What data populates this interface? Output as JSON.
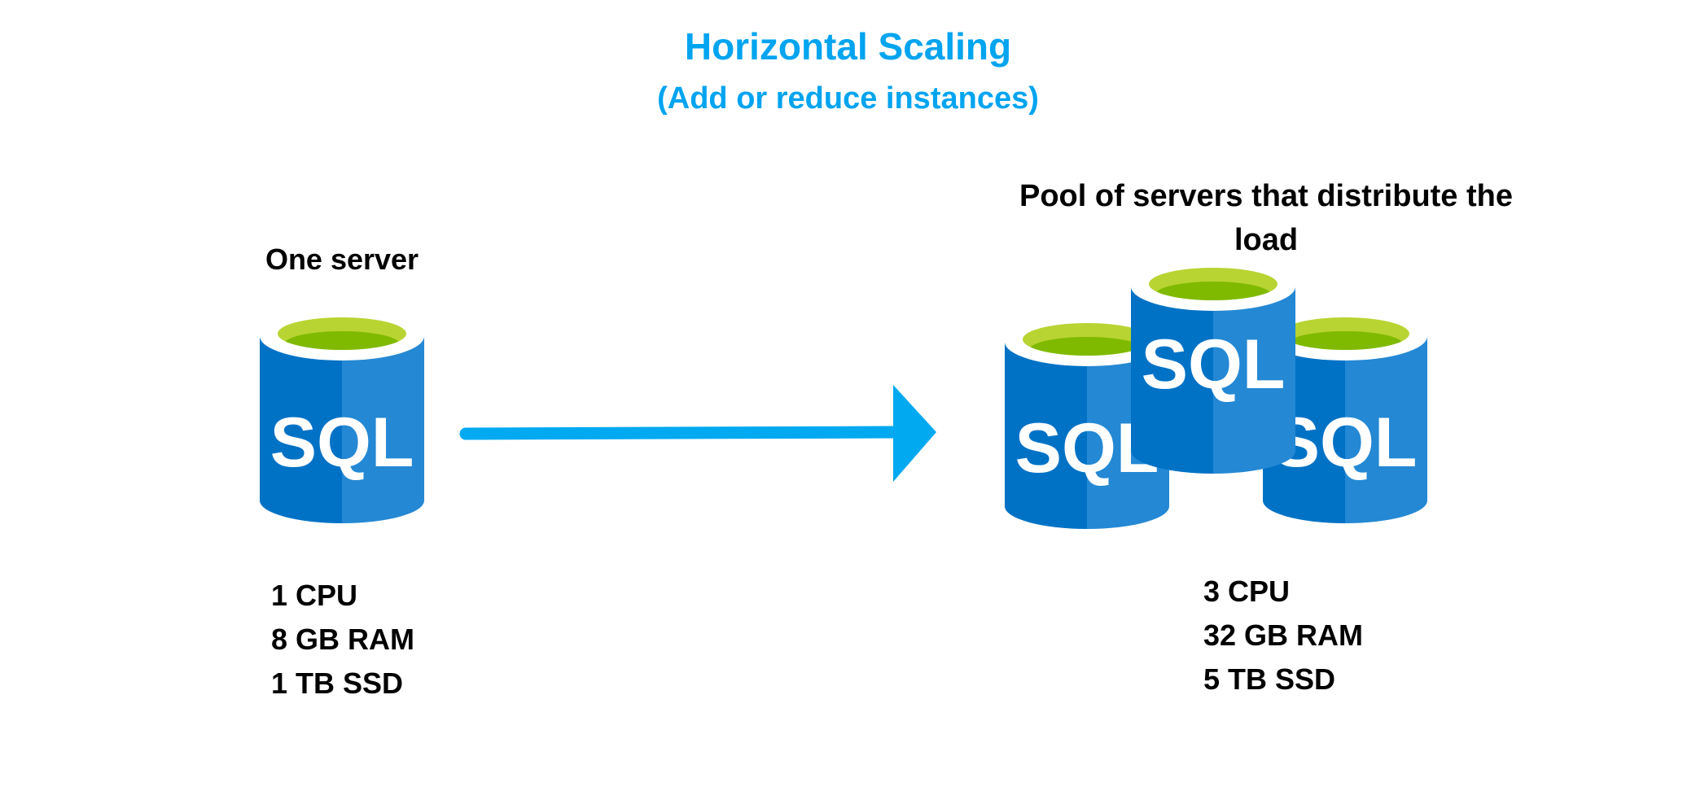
{
  "title": {
    "main": "Horizontal Scaling",
    "subtitle": "(Add or reduce instances)"
  },
  "colors": {
    "title": "#00A4EF",
    "arrow": "#00A9F0",
    "cylinder_left_blue": "#0072C6",
    "cylinder_right_blue": "#2488D4",
    "cylinder_rim_light_green": "#B8D432",
    "cylinder_rim_dark_green": "#7FBA00",
    "text": "#000000"
  },
  "left": {
    "label": "One server",
    "icon": "sql-database-icon",
    "icon_text": "SQL",
    "specs": [
      "1 CPU",
      "8 GB RAM",
      "1 TB SSD"
    ]
  },
  "arrow": {
    "icon": "arrow-right-icon"
  },
  "right": {
    "label": "Pool of servers that distribute the load",
    "servers": [
      {
        "icon": "sql-database-icon",
        "icon_text": "SQL"
      },
      {
        "icon": "sql-database-icon",
        "icon_text": "SQL"
      },
      {
        "icon": "sql-database-icon",
        "icon_text": "SQL"
      }
    ],
    "specs": [
      "3 CPU",
      "32 GB RAM",
      "5 TB SSD"
    ]
  }
}
